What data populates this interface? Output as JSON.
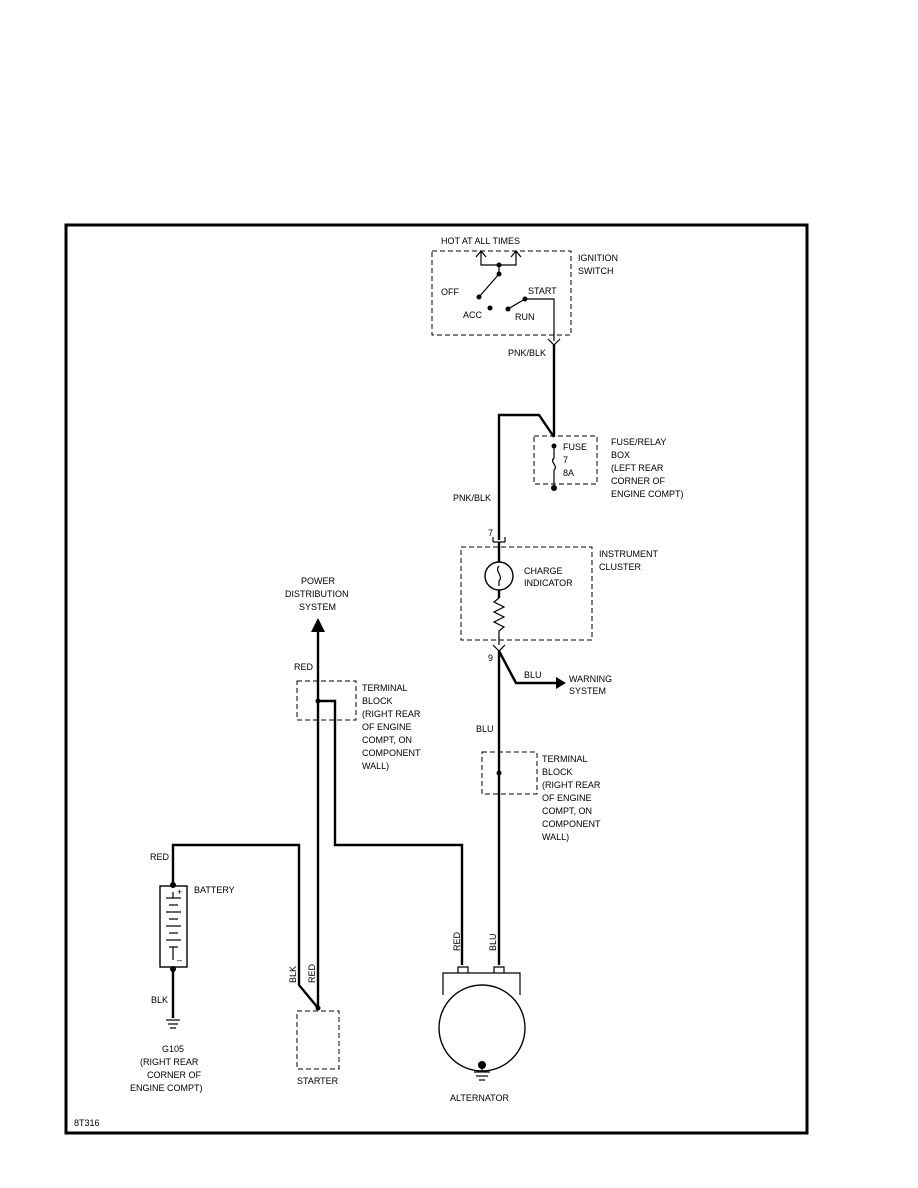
{
  "diagram": {
    "figure_id": "8T316",
    "ignition": {
      "hot_label": "HOT AT ALL TIMES",
      "name_l1": "IGNITION",
      "name_l2": "SWITCH",
      "off": "OFF",
      "acc": "ACC",
      "start": "START",
      "run": "RUN"
    },
    "wire_pnk_blk_top": "PNK/BLK",
    "wire_pnk_blk_mid": "PNK/BLK",
    "fuse": {
      "label": "FUSE",
      "number": "7",
      "rating": "8A"
    },
    "fuse_box": {
      "l1": "FUSE/RELAY",
      "l2": "BOX",
      "l3": "(LEFT REAR",
      "l4": "CORNER OF",
      "l5": "ENGINE COMPT)"
    },
    "pin_7": "7",
    "pin_9": "9",
    "cluster": {
      "l1": "INSTRUMENT",
      "l2": "CLUSTER"
    },
    "charge": {
      "l1": "CHARGE",
      "l2": "INDICATOR"
    },
    "warning": {
      "wire": "BLU",
      "l1": "WARNING",
      "l2": "SYSTEM"
    },
    "wire_blu_mid": "BLU",
    "terminal_right": {
      "l1": "TERMINAL",
      "l2": "BLOCK",
      "l3": "(RIGHT REAR",
      "l4": "OF ENGINE",
      "l5": "COMPT, ON",
      "l6": "COMPONENT",
      "l7": "WALL)"
    },
    "power": {
      "l1": "POWER",
      "l2": "DISTRIBUTION",
      "l3": "SYSTEM"
    },
    "wire_red_top": "RED",
    "terminal_left": {
      "l1": "TERMINAL",
      "l2": "BLOCK",
      "l3": "(RIGHT REAR",
      "l4": "OF ENGINE",
      "l5": "COMPT, ON",
      "l6": "COMPONENT",
      "l7": "WALL)"
    },
    "battery": {
      "name": "BATTERY",
      "plus": "+",
      "minus": "–"
    },
    "wire_red_battery": "RED",
    "wire_blk_battery": "BLK",
    "ground": {
      "l1": "G105",
      "l2": "(RIGHT REAR",
      "l3": "CORNER OF",
      "l4": "ENGINE COMPT)"
    },
    "wire_blk_starter": "BLK",
    "wire_red_starter": "RED",
    "starter": "STARTER",
    "wire_red_alt": "RED",
    "wire_blu_alt": "BLU",
    "alternator": "ALTERNATOR"
  }
}
